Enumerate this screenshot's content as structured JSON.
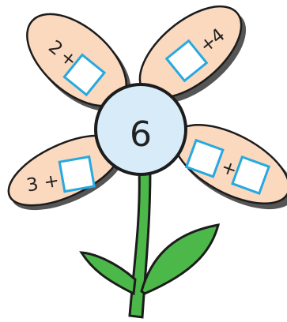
{
  "flower": {
    "center_number": "6",
    "petals": [
      {
        "id": "top-left",
        "prefix": "2",
        "operator": "+",
        "blanks": 1
      },
      {
        "id": "top-right",
        "suffix": "4",
        "operator": "+",
        "blanks": 1
      },
      {
        "id": "bottom-left",
        "prefix": "3",
        "operator": "+",
        "blanks": 1
      },
      {
        "id": "bottom-right",
        "operator": "+",
        "blanks": 2
      }
    ]
  },
  "colors": {
    "petal_fill": "#fbd9bf",
    "petal_shadow": "#555555",
    "outline": "#1c1c1c",
    "center_fill": "#d7ebf8",
    "answer_box": "#26a9e0",
    "stem": "#4cb84a",
    "leaf": "#4cb84a"
  },
  "icons": {
    "answer_box": "empty-answer-square",
    "flower": "flower-diagram"
  }
}
